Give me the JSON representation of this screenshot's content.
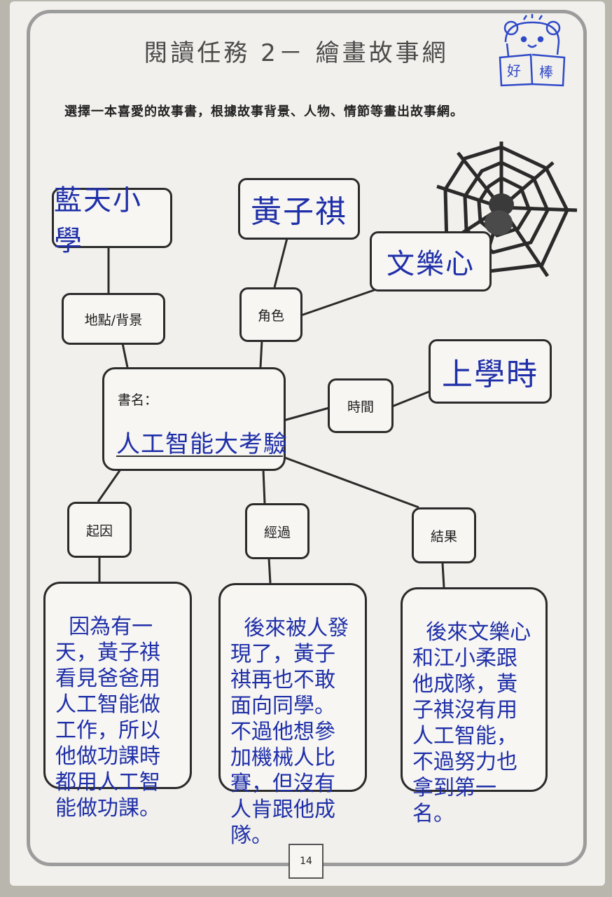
{
  "page": {
    "title": "閱讀任務 2－ 繪畫故事網",
    "instruction": "選擇一本喜愛的故事書，根據故事背景、人物、情節等畫出故事網。",
    "page_number": "14",
    "stamp_text": "好 棒"
  },
  "web": {
    "book_label": "書名：",
    "book_title": "人工智能大考驗",
    "place_label": "地點/背景",
    "place_value": "藍天小學",
    "character_label": "角色",
    "character_1": "黃子祺",
    "character_2": "文樂心",
    "time_label": "時間",
    "time_value": "上學時",
    "cause_label": "起因",
    "process_label": "經過",
    "result_label": "結果",
    "cause_text": "因為有一天，黃子祺看見爸爸用人工智能做工作，所以他做功課時都用人工智能做功課。",
    "process_text": "後來被人發現了，黃子祺再也不敢面向同學。不過他想參加機械人比賽，但沒有人肯跟他成隊。",
    "result_text": "後來文樂心和江小柔跟他成隊，黃子祺沒有用人工智能，不過努力也拿到第一名。"
  }
}
